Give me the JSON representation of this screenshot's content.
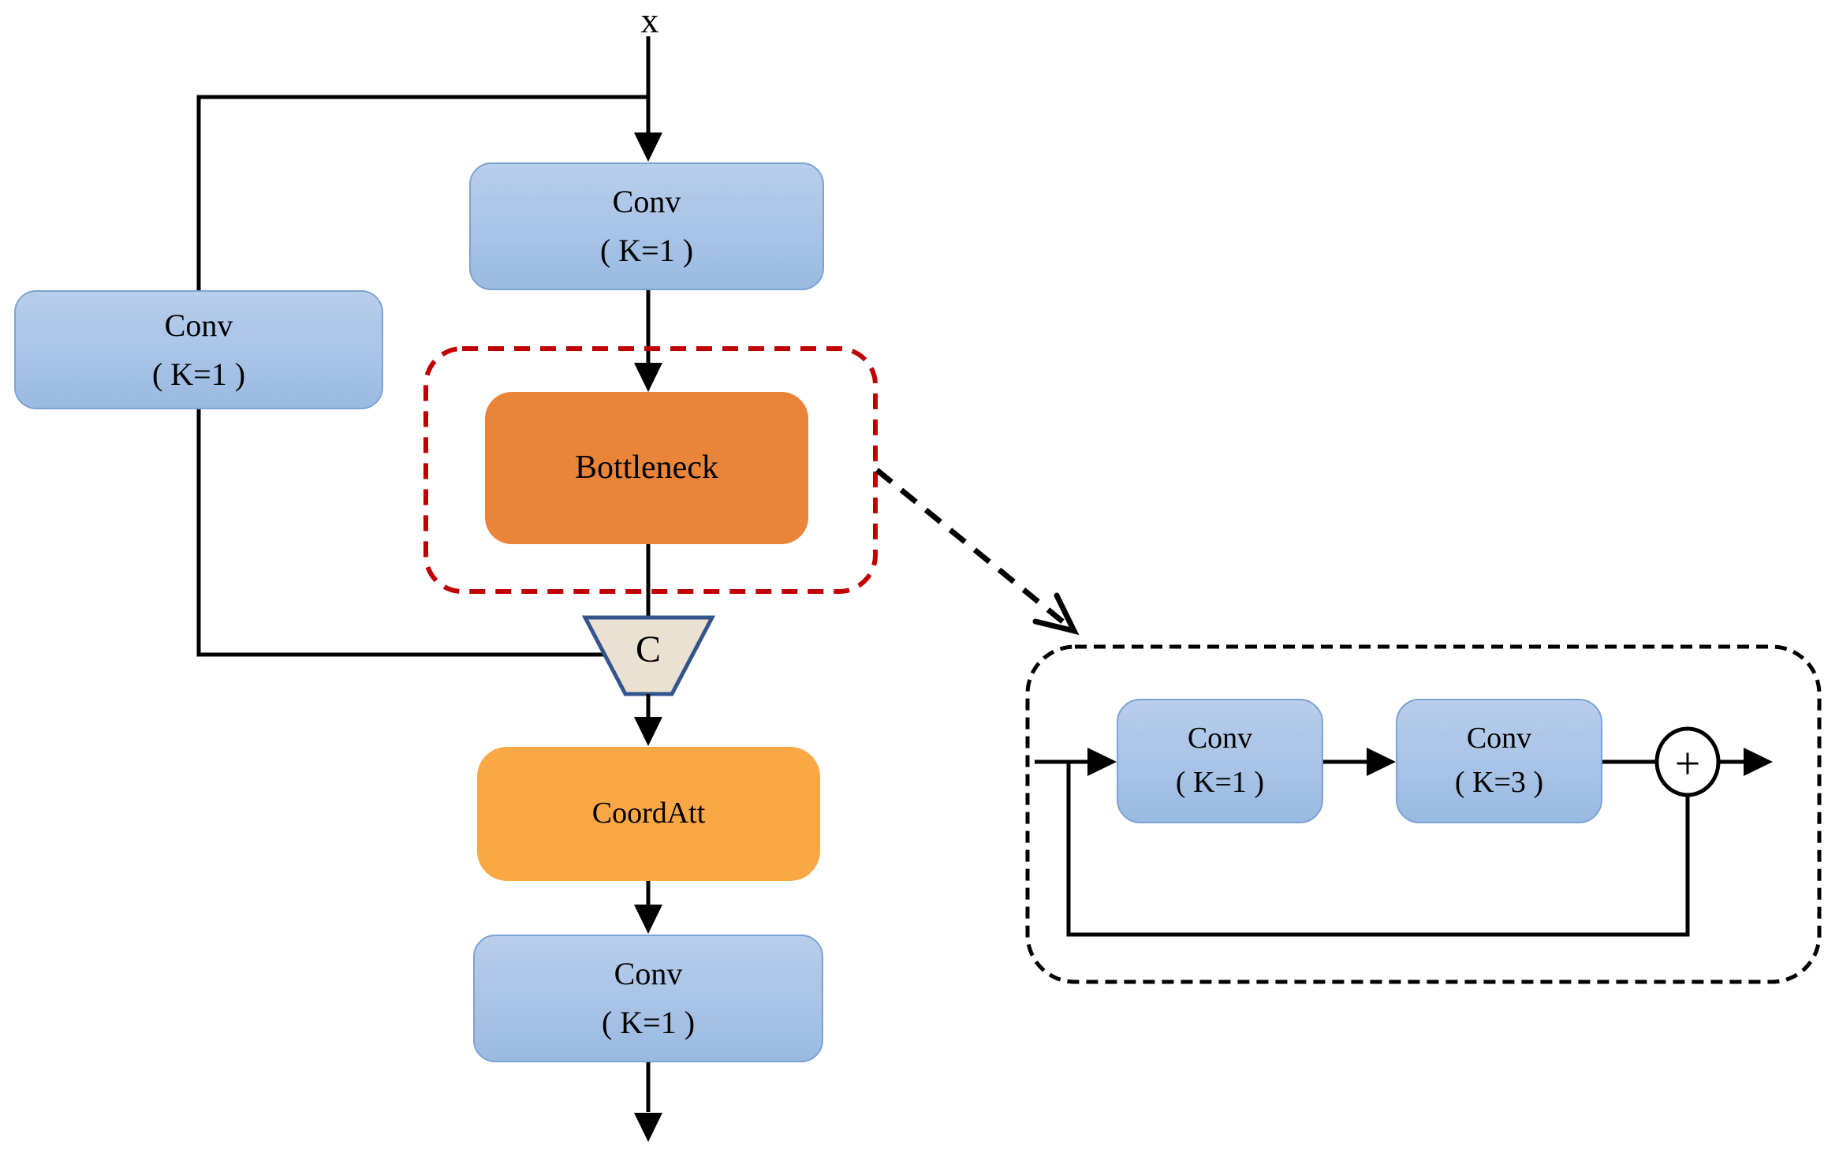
{
  "figure": {
    "input_label": "x",
    "shortcut_branch": {
      "conv": {
        "label": "Conv",
        "sublabel": "( K=1 )"
      }
    },
    "main_branch": {
      "conv_in": {
        "label": "Conv",
        "sublabel": "( K=1 )"
      },
      "bottleneck": {
        "label": "Bottleneck"
      },
      "concat": {
        "label": "C"
      },
      "coordatt": {
        "label": "CoordAtt"
      },
      "conv_out": {
        "label": "Conv",
        "sublabel": "( K=1 )"
      }
    },
    "bottleneck_detail": {
      "conv1": {
        "label": "Conv",
        "sublabel": "( K=1 )"
      },
      "conv3": {
        "label": "Conv",
        "sublabel": "( K=3 )"
      },
      "sum_symbol": "+"
    },
    "colors": {
      "canvas_bg": "#FFFFFF",
      "box_blue_top": "#B9CEEB",
      "box_blue_bottom": "#9ABAE1",
      "box_blue_border": "#7CA3D4",
      "bottleneck_orange": "#E98439",
      "coordatt_orange": "#F9A845",
      "concat_fill": "#EAE1D1",
      "concat_border": "#34558C",
      "highlight_red": "#C00000",
      "line_black": "#000000"
    }
  }
}
